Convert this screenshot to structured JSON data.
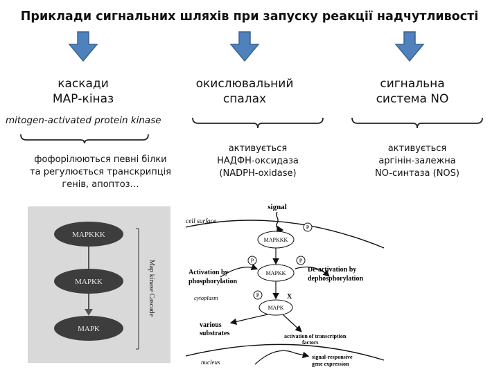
{
  "title": "Приклади сигнальних шляхів при запуску реакції надчутливості",
  "columns": [
    {
      "heading_line1": "каскади",
      "heading_line2": "МАР-кіназ"
    },
    {
      "heading_line1": "окислювальний",
      "heading_line2": "спалах"
    },
    {
      "heading_line1": "сигнальна",
      "heading_line2": "система NO"
    }
  ],
  "mapk_english": "mitogen-activated protein kinase",
  "descriptions": {
    "col1": [
      "фофорілюються певні білки",
      "та регулюється транскрипція",
      "генів, апоптоз…"
    ],
    "col2": [
      "активується",
      "НАДФН-оксидаза",
      "(NADPH-oxidase)"
    ],
    "col3": [
      "активується",
      "аргінін-залежна",
      "NO-синтаза (NOS)"
    ]
  },
  "colors": {
    "arrow_fill": "#4f81bd",
    "arrow_stroke": "#3a6391",
    "photo_bg": "#d9d9d9",
    "node_fill": "#3d3d3d"
  },
  "left_figure": {
    "nodes": [
      "MAPKKK",
      "MAPKK",
      "MAPK"
    ],
    "side_label": "Map kinase Cascade"
  },
  "right_figure": {
    "signal": "signal",
    "cell_surface": "cell surface",
    "phospho": "P",
    "nodes": [
      "MAPKKK",
      "MAPKK",
      "MAPK"
    ],
    "activation_1": "Activation by",
    "activation_2": "phosphorylation",
    "deactivation_1": "De-activation by",
    "deactivation_2": "dephosphorylation",
    "cytoplasm": "cytoplasm",
    "inhibit": "X",
    "various_1": "various",
    "various_2": "substrates",
    "tf_1": "activation of transcription",
    "tf_2": "factors",
    "nucleus": "nucleus",
    "gene_1": "signal-responsive",
    "gene_2": "gene expression"
  }
}
